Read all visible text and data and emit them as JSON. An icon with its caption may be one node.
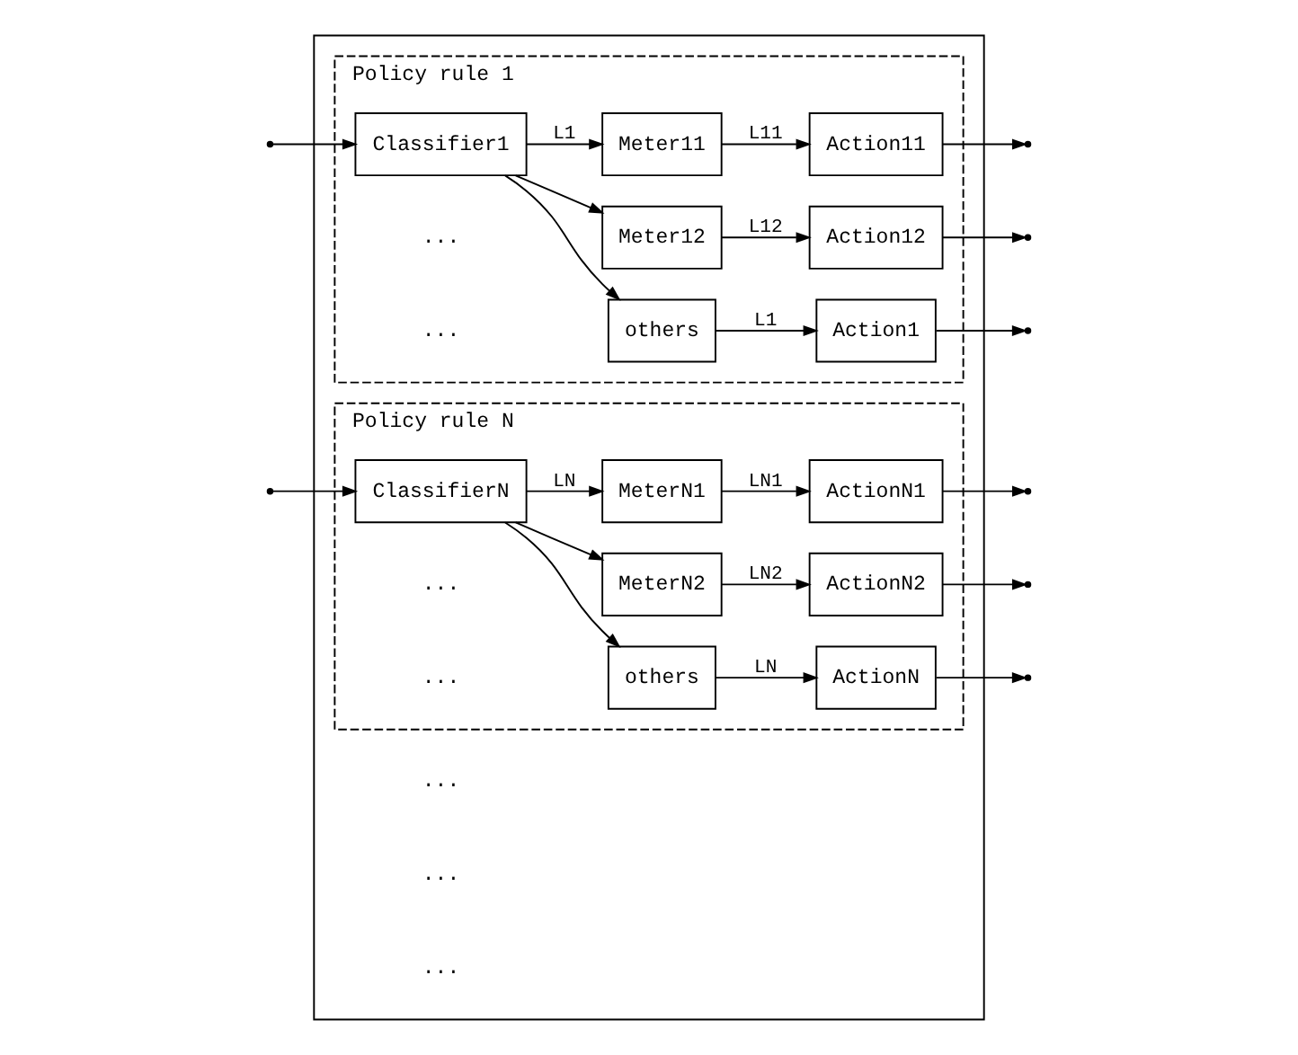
{
  "diagram": {
    "nodes": [
      {
        "text": [],
        "shape": "box"
      },
      {
        "text": [
          "Policy rule 1"
        ],
        "in": 0
      },
      {
        "text": [
          "Classifier1"
        ],
        "in": 1
      },
      {
        "text": [
          "Meter11"
        ],
        "in": 1
      },
      {
        "text": [
          "Action11"
        ],
        "in": 1
      },
      {
        "text": [
          "Meter12"
        ],
        "in": 1
      },
      {
        "text": [
          "Action12"
        ],
        "in": 1
      },
      {
        "text": [
          "others"
        ],
        "in": 1
      },
      {
        "text": [
          "Action1"
        ],
        "in": 1
      },
      {
        "text": [
          "Policy rule N"
        ],
        "in": 0
      },
      {
        "text": [
          "ClassifierN"
        ],
        "in": 9
      },
      {
        "text": [
          "MeterN1"
        ],
        "in": 9
      },
      {
        "text": [
          "ActionN1"
        ],
        "in": 9
      },
      {
        "text": [
          "MeterN2"
        ],
        "in": 9
      },
      {
        "text": [
          "ActionN2"
        ],
        "in": 9
      },
      {
        "text": [
          "others"
        ],
        "in": 9
      },
      {
        "text": [
          "ActionN"
        ],
        "in": 9
      }
    ],
    "edges": [
      {
        "from": null,
        "to": 2,
        "arrow": "to"
      },
      {
        "from": null,
        "to": 10,
        "arrow": "to"
      },
      {
        "from": 2,
        "to": 3,
        "arrow": "to",
        "label": "L1"
      },
      {
        "from": 2,
        "to": 5,
        "arrow": "to"
      },
      {
        "from": 2,
        "to": 7,
        "arrow": "to"
      },
      {
        "from": 3,
        "to": 4,
        "arrow": "to",
        "label": "L11"
      },
      {
        "from": 5,
        "to": 6,
        "arrow": "to",
        "label": "L12"
      },
      {
        "from": 7,
        "to": 8,
        "arrow": "to",
        "label": "L1"
      },
      {
        "from": 4,
        "to": null,
        "arrow": "to"
      },
      {
        "from": 6,
        "to": null,
        "arrow": "to"
      },
      {
        "from": 8,
        "to": null,
        "arrow": "to"
      },
      {
        "from": 10,
        "to": 11,
        "arrow": "to",
        "label": "LN"
      },
      {
        "from": 10,
        "to": 13,
        "arrow": "to"
      },
      {
        "from": 10,
        "to": 15,
        "arrow": "to"
      },
      {
        "from": 11,
        "to": 12,
        "arrow": "to",
        "label": "LN1"
      },
      {
        "from": 13,
        "to": 14,
        "arrow": "to",
        "label": "LN2"
      },
      {
        "from": 15,
        "to": 16,
        "arrow": "to",
        "label": "LN"
      },
      {
        "from": 12,
        "to": null,
        "arrow": "to"
      },
      {
        "from": 14,
        "to": null,
        "arrow": "to"
      },
      {
        "from": 16,
        "to": null,
        "arrow": "to"
      }
    ],
    "labels": [
      "...",
      "...",
      "...",
      "...",
      "...",
      "...",
      "..."
    ]
  }
}
